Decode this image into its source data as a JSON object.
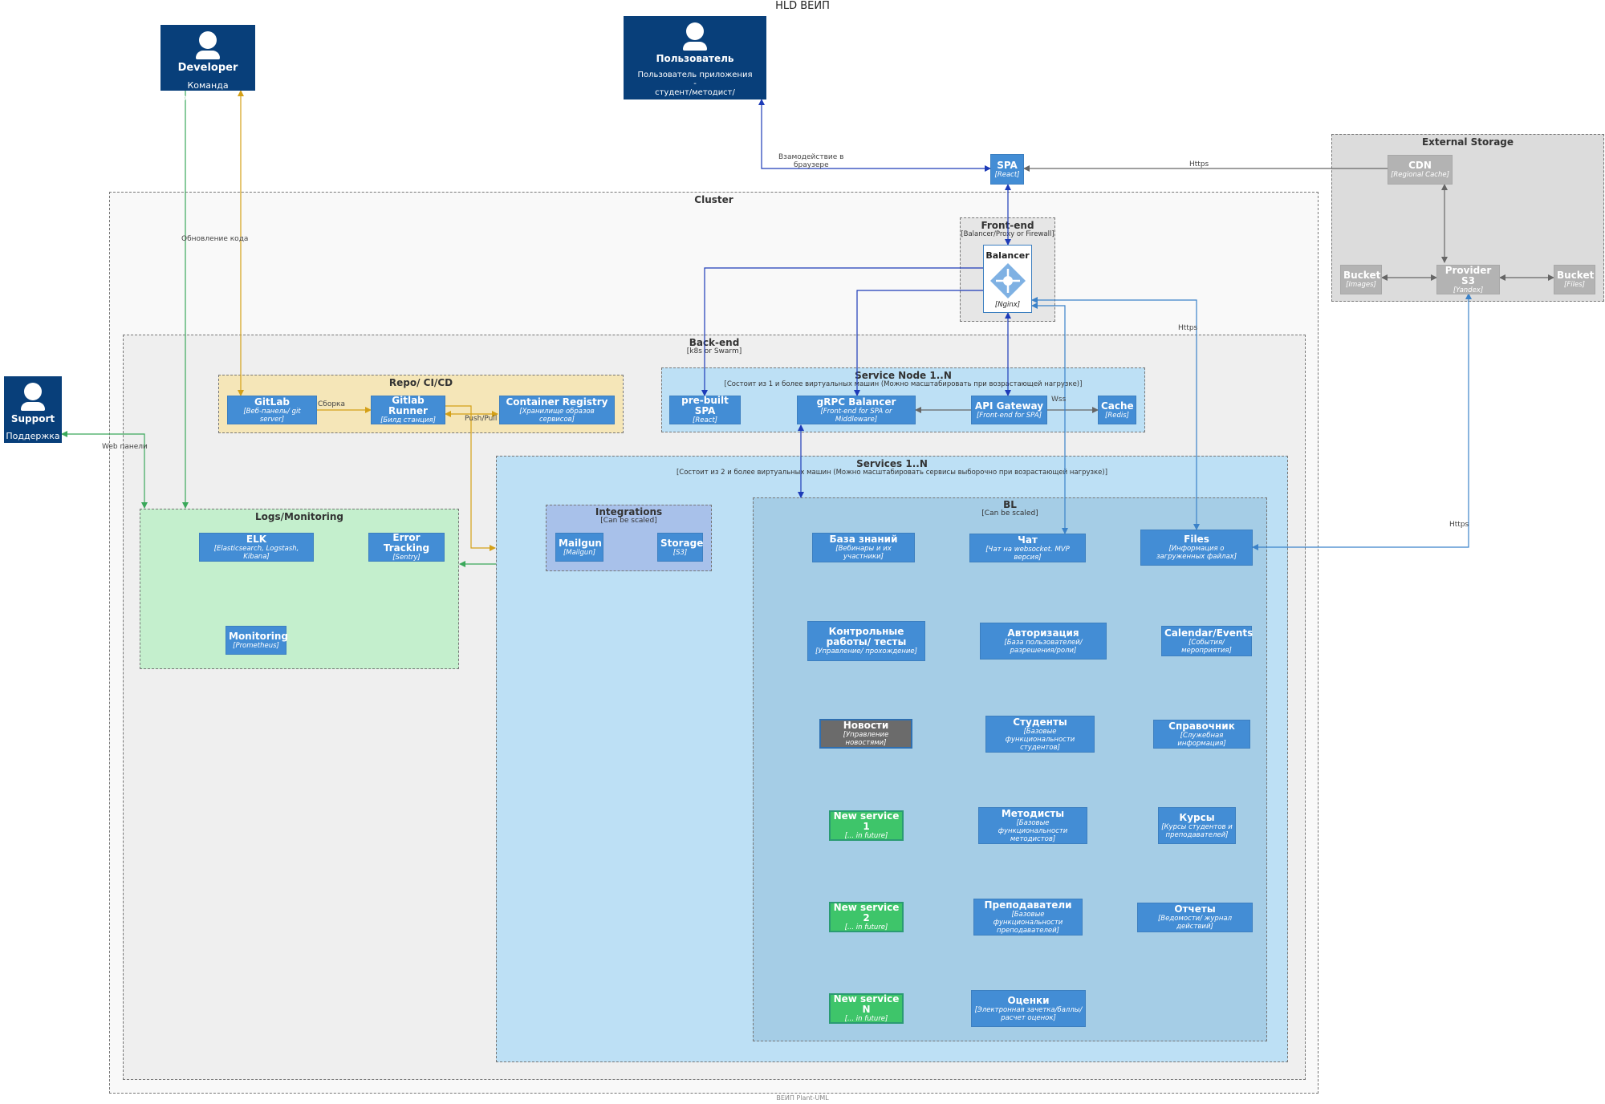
{
  "title": "HLD ВЕИП",
  "footer": "ВЕИП Plant-UML",
  "persons": {
    "developer": {
      "name": "Developer",
      "desc": "Команда разработки"
    },
    "user": {
      "name": "Пользователь",
      "desc_lines": [
        "Пользователь приложения",
        "-",
        "студент/методист/преподаватель"
      ]
    },
    "support": {
      "name": "Support",
      "desc": "Поддержка"
    }
  },
  "groups": {
    "cluster": {
      "title": "Cluster"
    },
    "external_storage": {
      "title": "External Storage"
    },
    "frontend": {
      "title": "Front-end",
      "sub": "[Balancer/Proxy or Firewall]"
    },
    "backend": {
      "title": "Back-end",
      "sub": "[k8s or Swarm]"
    },
    "repo": {
      "title": "Repo/ CI/CD"
    },
    "service_node": {
      "title": "Service Node 1..N",
      "sub": "[Состоит из 1 и более виртуальных машин (Можно масштабировать при возрастающей нагрузке)]"
    },
    "services": {
      "title": "Services 1..N",
      "sub": "[Состоит из 2 и более виртуальных машин (Можно масштабировать сервисы выборочно при возрастающей нагрузке)]"
    },
    "logs": {
      "title": "Logs/Monitoring"
    },
    "integrations": {
      "title": "Integrations",
      "sub": "[Can be scaled]"
    },
    "bl": {
      "title": "BL",
      "sub": "[Can be scaled]"
    }
  },
  "boxes": {
    "spa": {
      "title": "SPA",
      "sub": "[React]"
    },
    "cdn": {
      "title": "CDN",
      "sub": "[Regional Cache]"
    },
    "bucket_images": {
      "title": "Bucket",
      "sub": "[Images]"
    },
    "provider_s3": {
      "title": "Provider S3",
      "sub": "[Yandex]"
    },
    "bucket_files": {
      "title": "Bucket",
      "sub": "[Files]"
    },
    "balancer": {
      "title": "Balancer",
      "sub": "[Nginx]"
    },
    "gitlab": {
      "title": "GitLab",
      "sub": "[Веб-панель/ git server]"
    },
    "gitlab_runner": {
      "title": "Gitlab Runner",
      "sub": "[Билд станция]"
    },
    "container_registry": {
      "title": "Container Registry",
      "sub": "[Хранилище образов сервисов]"
    },
    "prebuilt_spa": {
      "title": "pre-built SPA",
      "sub": "[React]"
    },
    "grpc_balancer": {
      "title": "gRPC Balancer",
      "sub": "[Front-end for SPA or Middleware]"
    },
    "api_gateway": {
      "title": "API Gateway",
      "sub": "[Front-end for SPA]"
    },
    "cache": {
      "title": "Cache",
      "sub": "[Redis]"
    },
    "elk": {
      "title": "ELK",
      "sub": "[Elasticsearch, Logstash, Kibana]"
    },
    "error_tracking": {
      "title": "Error Tracking",
      "sub": "[Sentry]"
    },
    "monitoring": {
      "title": "Monitoring",
      "sub": "[Prometheus]"
    },
    "mailgun": {
      "title": "Mailgun",
      "sub": "[Mailgun]"
    },
    "storage": {
      "title": "Storage",
      "sub": "[S3]"
    },
    "baza_znaniy": {
      "title": "База знаний",
      "sub": "[Вебинары и их участники]"
    },
    "chat": {
      "title": "Чат",
      "sub": "[Чат на websocket. MVP версия]"
    },
    "files": {
      "title": "Files",
      "sub": "[Информация о загруженных файлах]"
    },
    "kontrolnye": {
      "title": "Контрольные работы/ тесты",
      "sub": "[Управление/ прохождение]"
    },
    "avtorizatsiya": {
      "title": "Авторизация",
      "sub": "[База пользователей/разрешения/роли]"
    },
    "calendar": {
      "title": "Calendar/Events",
      "sub": "[События/мероприятия]"
    },
    "novosti": {
      "title": "Новости",
      "sub": "[Управление новостями]"
    },
    "studenty": {
      "title": "Студенты",
      "sub": "[Базовые функциональности студентов]"
    },
    "spravochnik": {
      "title": "Справочник",
      "sub": "[Служебная информация]"
    },
    "new_service_1": {
      "title": "New service 1",
      "sub": "[... in future]"
    },
    "metodisty": {
      "title": "Методисты",
      "sub": "[Базовые функциональности методистов]"
    },
    "kursy": {
      "title": "Курсы",
      "sub": "[Курсы студентов и преподавателей]"
    },
    "new_service_2": {
      "title": "New service 2",
      "sub": "[... in future]"
    },
    "prepodavateli": {
      "title": "Преподаватели",
      "sub": "[Базовые функциональности преподавателей]"
    },
    "otchety": {
      "title": "Отчеты",
      "sub": "[Ведомости/ журнал действий]"
    },
    "new_service_n": {
      "title": "New service N",
      "sub": "[... in future]"
    },
    "otsenki": {
      "title": "Оценки",
      "sub": "[Электронная зачетка/баллы/расчет оценок]"
    }
  },
  "edge_labels": {
    "browser": [
      "Взамодействие в",
      "браузере"
    ],
    "https_cdn": "Https",
    "https_files": "Https",
    "https_s3": "Https",
    "obnovlenie": "Обновление кода",
    "sborka": "Сборка",
    "push_pull": "Push/Pull",
    "wss": "Wss",
    "web_paneli": "Web панели"
  }
}
